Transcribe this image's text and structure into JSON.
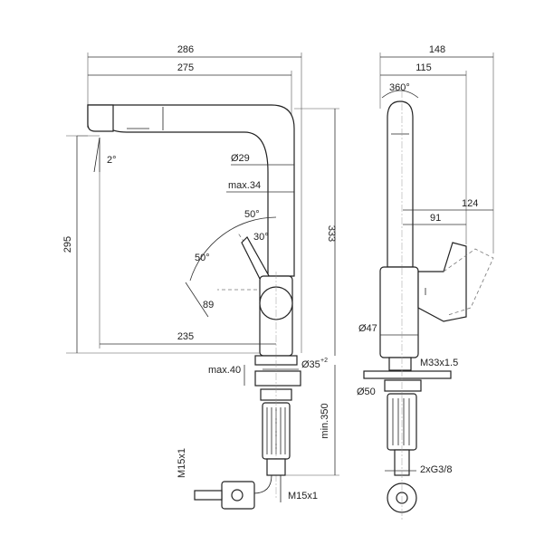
{
  "dimensions": {
    "front_286": "286",
    "front_275": "275",
    "height_295": "295",
    "height_333": "333",
    "spray_angle": "2°",
    "d29": "Ø29",
    "max34": "max.34",
    "angle50a": "50°",
    "angle30": "30°",
    "angle50b": "50°",
    "len89": "89",
    "reach235": "235",
    "d35": "Ø35",
    "d35_tol": "+2",
    "max40": "max.40",
    "min350": "min.350",
    "m15_left": "M15x1",
    "m15_right": "M15x1",
    "side_148": "148",
    "side_115": "115",
    "rot360": "360°",
    "side_124": "124",
    "side_91": "91",
    "d47": "Ø47",
    "m33": "M33x1.5",
    "d50": "Ø50",
    "g38": "2xG3/8"
  }
}
